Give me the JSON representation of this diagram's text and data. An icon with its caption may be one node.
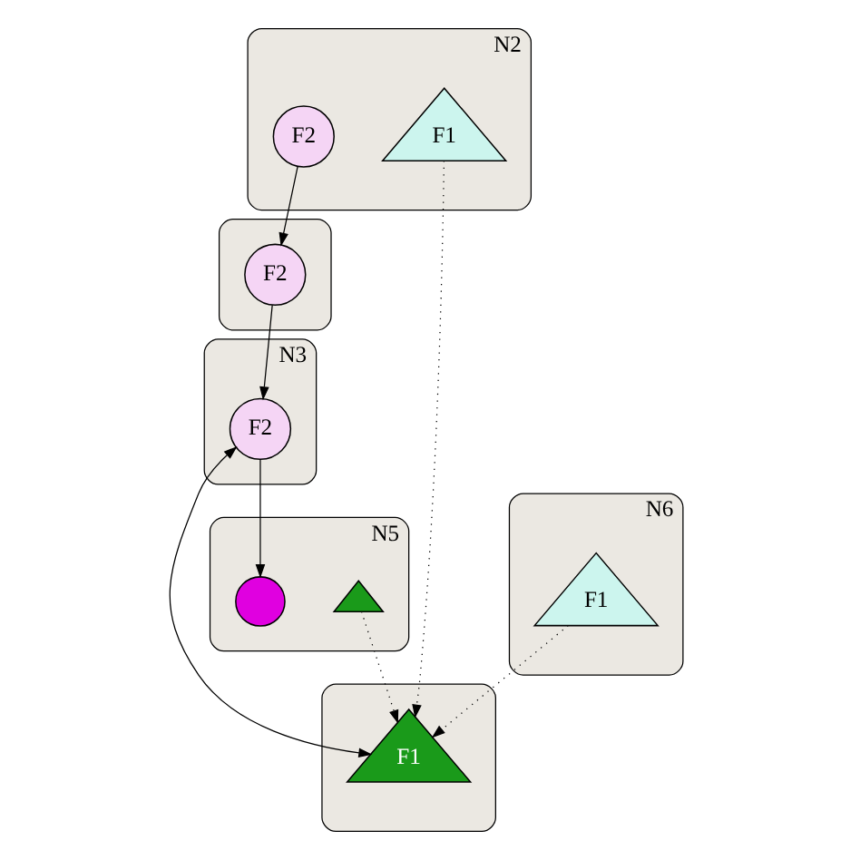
{
  "diagram": {
    "nodes": [
      {
        "text": [
          "N2"
        ]
      },
      {
        "text": [
          "F2"
        ],
        "in": 0
      },
      {
        "text": [
          "F1"
        ],
        "in": 0
      },
      {
        "text": [],
        "shape": "ellipse"
      },
      {
        "text": [
          "F2"
        ],
        "in": 3
      },
      {
        "text": [
          "N3"
        ]
      },
      {
        "text": [
          "F2"
        ],
        "in": 5
      },
      {
        "text": [],
        "shape": "ellipse"
      },
      {
        "text": [
          "F1"
        ],
        "in": 7
      },
      {
        "text": [
          "N5"
        ]
      },
      {
        "text": [],
        "shape": "triangle",
        "in": 9
      },
      {
        "text": [],
        "shape": "circle",
        "in": 9
      },
      {
        "text": [
          "N6"
        ]
      },
      {
        "text": [
          "F1"
        ],
        "in": 12
      }
    ],
    "edges": [
      {
        "from": 1,
        "to": 4,
        "arrow": "to"
      },
      {
        "from": 4,
        "to": 6,
        "arrow": "to"
      },
      {
        "from": 6,
        "to": 8,
        "arrow": "both"
      },
      {
        "from": 2,
        "to": 8,
        "arrow": "to",
        "style": "dashed"
      },
      {
        "from": 6,
        "to": 11,
        "arrow": "to"
      },
      {
        "from": 10,
        "to": 8,
        "arrow": "to",
        "style": "dashed"
      },
      {
        "from": 13,
        "to": 8,
        "arrow": "to",
        "style": "dashed"
      }
    ]
  }
}
